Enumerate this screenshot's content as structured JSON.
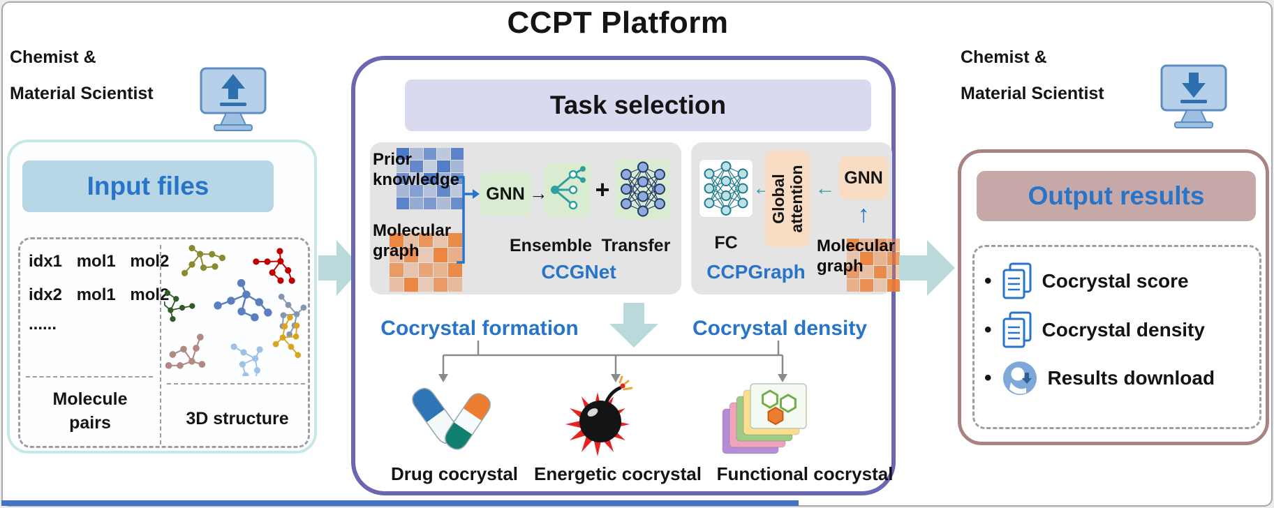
{
  "title": "CCPT Platform",
  "left_actor": {
    "line1": "Chemist &",
    "line2": "Material Scientist"
  },
  "right_actor": {
    "line1": "Chemist &",
    "line2": "Material Scientist"
  },
  "input_panel": {
    "title": "Input files",
    "pair_rows": [
      "idx1 mol1 mol2",
      "idx2 mol1 mol2",
      "......"
    ],
    "pairs_caption_line1": "Molecule",
    "pairs_caption_line2": "pairs",
    "structure_caption": "3D structure"
  },
  "task_panel": {
    "header": "Task selection",
    "ccgnet": {
      "input1_line1": "Prior",
      "input1_line2": "knowledge",
      "input2_line1": "Molecular",
      "input2_line2": "graph",
      "gnn_label": "GNN",
      "plus": "+",
      "ensemble_label": "Ensemble",
      "transfer_label": "Transfer",
      "model_name": "CCGNet"
    },
    "ccpgraph": {
      "fc_label": "FC",
      "attention_line1": "Global",
      "attention_line2": "attention",
      "gnn_label": "GNN",
      "input_line1": "Molecular",
      "input_line2": "graph",
      "model_name": "CCPGraph"
    },
    "task_left_label": "Cocrystal formation",
    "task_right_label": "Cocrystal density",
    "applications": [
      "Drug cocrystal",
      "Energetic cocrystal",
      "Functional cocrystal"
    ]
  },
  "output_panel": {
    "title": "Output results",
    "bullet": "•",
    "items": [
      "Cocrystal score",
      "Cocrystal density",
      "Results download"
    ]
  },
  "glyphs": {
    "arrow_right": "→",
    "arrow_left": "←",
    "arrow_up": "↑"
  },
  "colors": {
    "accent_blue": "#2874c8",
    "purple_border": "#6a66b2",
    "teal_fill": "#b9d9db",
    "teal_arrow_glyph": "#2f9ea6",
    "input_border": "#c8e8e8",
    "input_header_bg": "#b7d6e6",
    "task_header_bg": "#d9d9f0",
    "gray_box_bg": "#e4e4e4",
    "green_box_bg": "#d9ecd2",
    "peach_box_bg": "#f8dcc4",
    "output_border": "#a98282",
    "output_header_bg": "#c7a8a8",
    "heatmap_blue": "#4472c4",
    "heatmap_orange": "#ec7b2f",
    "bottom_bar_blue": "#4472c4",
    "molecule_palette": [
      "#8a8a2f",
      "#c00000",
      "#5b7fbe",
      "#8496ad",
      "#2f5b27",
      "#b08a82",
      "#9cc3e5",
      "#d9a520"
    ]
  }
}
